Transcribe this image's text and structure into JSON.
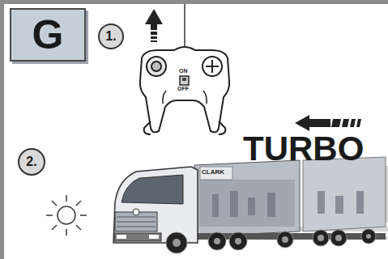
{
  "diagram": {
    "nodes": [
      {
        "text": [
          "G"
        ]
      },
      {
        "text": [
          "1."
        ]
      },
      {
        "text": [
          "2."
        ]
      }
    ],
    "labels": [
      "ON",
      "OFF",
      "TURBO",
      "CLARK"
    ]
  }
}
